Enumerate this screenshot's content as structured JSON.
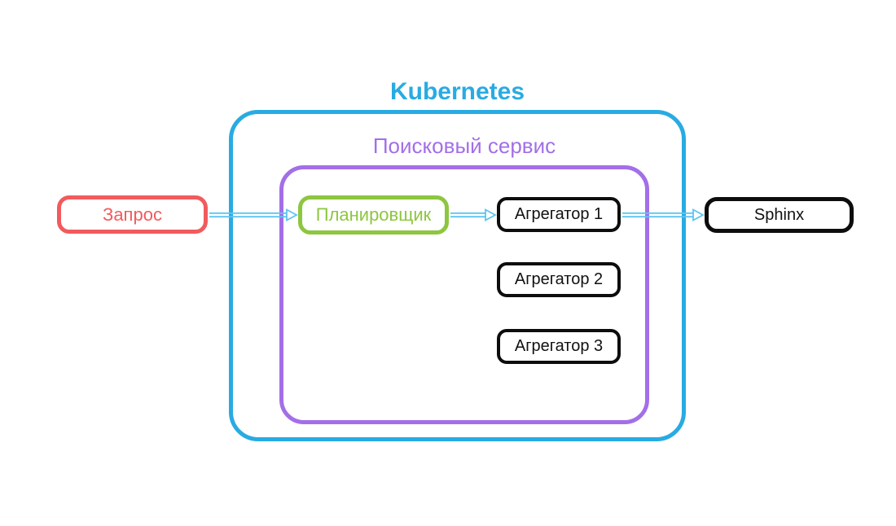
{
  "diagram": {
    "containers": [
      {
        "id": "kubernetes",
        "label": "Kubernetes",
        "border_color": "#29ABE2"
      },
      {
        "id": "search-service",
        "label": "Поисковый сервис",
        "border_color": "#A36FE8"
      }
    ],
    "nodes": [
      {
        "id": "request",
        "label": "Запрос",
        "color": "#F15B5D"
      },
      {
        "id": "scheduler",
        "label": "Планировщик",
        "color": "#8DC63F"
      },
      {
        "id": "aggregator-1",
        "label": "Агрегатор 1",
        "color": "#0D0D0D"
      },
      {
        "id": "aggregator-2",
        "label": "Агрегатор 2",
        "color": "#0D0D0D"
      },
      {
        "id": "aggregator-3",
        "label": "Агрегатор 3",
        "color": "#0D0D0D"
      },
      {
        "id": "sphinx",
        "label": "Sphinx",
        "color": "#0D0D0D"
      }
    ],
    "edges": [
      {
        "from": "Запрос",
        "to": "Планировщик"
      },
      {
        "from": "Планировщик",
        "to": "Агрегатор 1"
      },
      {
        "from": "Агрегатор 1",
        "to": "Sphinx"
      }
    ],
    "arrow_color": "#5FC4F2"
  }
}
